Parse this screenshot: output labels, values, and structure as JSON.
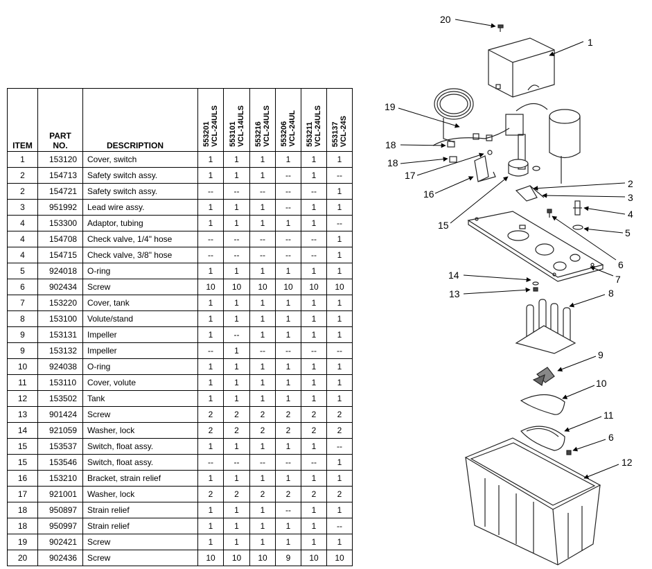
{
  "table": {
    "headers": {
      "item": "ITEM",
      "part_line1": "PART",
      "part_line2": "NO.",
      "description": "DESCRIPTION",
      "models": [
        {
          "num": "553201",
          "name": "VCL-24ULS"
        },
        {
          "num": "553101",
          "name": "VCL-14ULS"
        },
        {
          "num": "553216",
          "name": "VCL-24ULS"
        },
        {
          "num": "553206",
          "name": "VCL-24UL"
        },
        {
          "num": "553211",
          "name": "VCL-24ULS"
        },
        {
          "num": "553137",
          "name": "VCL-24S"
        }
      ]
    },
    "rows": [
      {
        "item": "1",
        "part": "153120",
        "desc": "Cover, switch",
        "q": [
          "1",
          "1",
          "1",
          "1",
          "1",
          "1"
        ]
      },
      {
        "item": "2",
        "part": "154713",
        "desc": "Safety switch assy.",
        "q": [
          "1",
          "1",
          "1",
          "--",
          "1",
          "--"
        ]
      },
      {
        "item": "2",
        "part": "154721",
        "desc": "Safety switch assy.",
        "q": [
          "--",
          "--",
          "--",
          "--",
          "--",
          "1"
        ]
      },
      {
        "item": "3",
        "part": "951992",
        "desc": "Lead wire assy.",
        "q": [
          "1",
          "1",
          "1",
          "--",
          "1",
          "1"
        ]
      },
      {
        "item": "4",
        "part": "153300",
        "desc": "Adaptor, tubing",
        "q": [
          "1",
          "1",
          "1",
          "1",
          "1",
          "--"
        ]
      },
      {
        "item": "4",
        "part": "154708",
        "desc": "Check valve, 1/4\" hose",
        "q": [
          "--",
          "--",
          "--",
          "--",
          "--",
          "1"
        ]
      },
      {
        "item": "4",
        "part": "154715",
        "desc": "Check valve, 3/8\" hose",
        "q": [
          "--",
          "--",
          "--",
          "--",
          "--",
          "1"
        ]
      },
      {
        "item": "5",
        "part": "924018",
        "desc": "O-ring",
        "q": [
          "1",
          "1",
          "1",
          "1",
          "1",
          "1"
        ]
      },
      {
        "item": "6",
        "part": "902434",
        "desc": "Screw",
        "q": [
          "10",
          "10",
          "10",
          "10",
          "10",
          "10"
        ]
      },
      {
        "item": "7",
        "part": "153220",
        "desc": "Cover, tank",
        "q": [
          "1",
          "1",
          "1",
          "1",
          "1",
          "1"
        ]
      },
      {
        "item": "8",
        "part": "153100",
        "desc": "Volute/stand",
        "q": [
          "1",
          "1",
          "1",
          "1",
          "1",
          "1"
        ]
      },
      {
        "item": "9",
        "part": "153131",
        "desc": "Impeller",
        "q": [
          "1",
          "--",
          "1",
          "1",
          "1",
          "1"
        ]
      },
      {
        "item": "9",
        "part": "153132",
        "desc": "Impeller",
        "q": [
          "--",
          "1",
          "--",
          "--",
          "--",
          "--"
        ]
      },
      {
        "item": "10",
        "part": "924038",
        "desc": "O-ring",
        "q": [
          "1",
          "1",
          "1",
          "1",
          "1",
          "1"
        ]
      },
      {
        "item": "11",
        "part": "153110",
        "desc": "Cover, volute",
        "q": [
          "1",
          "1",
          "1",
          "1",
          "1",
          "1"
        ]
      },
      {
        "item": "12",
        "part": "153502",
        "desc": "Tank",
        "q": [
          "1",
          "1",
          "1",
          "1",
          "1",
          "1"
        ]
      },
      {
        "item": "13",
        "part": "901424",
        "desc": "Screw",
        "q": [
          "2",
          "2",
          "2",
          "2",
          "2",
          "2"
        ]
      },
      {
        "item": "14",
        "part": "921059",
        "desc": "Washer, lock",
        "q": [
          "2",
          "2",
          "2",
          "2",
          "2",
          "2"
        ]
      },
      {
        "item": "15",
        "part": "153537",
        "desc": "Switch, float assy.",
        "q": [
          "1",
          "1",
          "1",
          "1",
          "1",
          "--"
        ]
      },
      {
        "item": "15",
        "part": "153546",
        "desc": "Switch, float assy.",
        "q": [
          "--",
          "--",
          "--",
          "--",
          "--",
          "1"
        ]
      },
      {
        "item": "16",
        "part": "153210",
        "desc": "Bracket, strain relief",
        "q": [
          "1",
          "1",
          "1",
          "1",
          "1",
          "1"
        ]
      },
      {
        "item": "17",
        "part": "921001",
        "desc": "Washer, lock",
        "q": [
          "2",
          "2",
          "2",
          "2",
          "2",
          "2"
        ]
      },
      {
        "item": "18",
        "part": "950897",
        "desc": "Strain relief",
        "q": [
          "1",
          "1",
          "1",
          "--",
          "1",
          "1"
        ]
      },
      {
        "item": "18",
        "part": "950997",
        "desc": "Strain relief",
        "q": [
          "1",
          "1",
          "1",
          "1",
          "1",
          "--"
        ]
      },
      {
        "item": "19",
        "part": "902421",
        "desc": "Screw",
        "q": [
          "1",
          "1",
          "1",
          "1",
          "1",
          "1"
        ]
      },
      {
        "item": "20",
        "part": "902436",
        "desc": "Screw",
        "q": [
          "10",
          "10",
          "10",
          "9",
          "10",
          "10"
        ]
      }
    ]
  },
  "diagram": {
    "callouts": [
      "20",
      "1",
      "19",
      "18",
      "18",
      "17",
      "16",
      "15",
      "2",
      "3",
      "4",
      "5",
      "6",
      "7",
      "14",
      "13",
      "8",
      "9",
      "10",
      "11",
      "6",
      "12"
    ]
  }
}
